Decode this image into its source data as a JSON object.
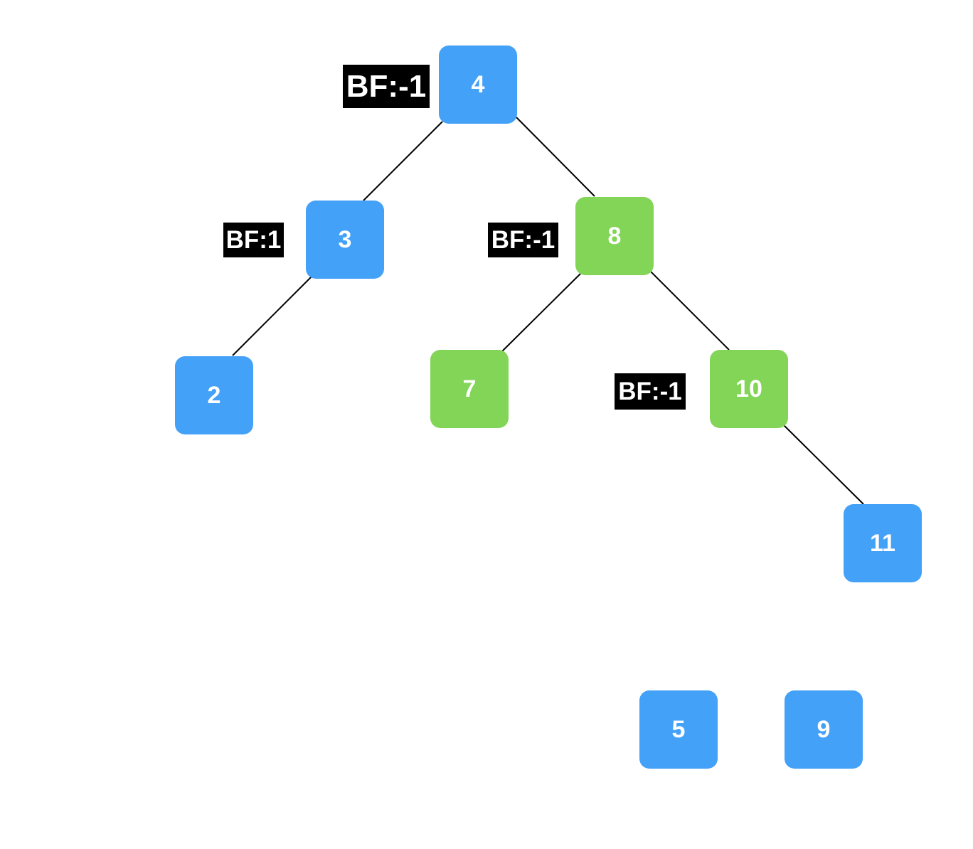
{
  "colors": {
    "blue_node": "#44a1f8",
    "green_node": "#82d557",
    "label_background": "#000000",
    "edge": "#000000"
  },
  "nodes": {
    "n4": {
      "label": "4",
      "color": "blue"
    },
    "n3": {
      "label": "3",
      "color": "blue"
    },
    "n8": {
      "label": "8",
      "color": "green"
    },
    "n2": {
      "label": "2",
      "color": "blue"
    },
    "n7": {
      "label": "7",
      "color": "green"
    },
    "n10": {
      "label": "10",
      "color": "green"
    },
    "n11": {
      "label": "11",
      "color": "blue"
    },
    "n5": {
      "label": "5",
      "color": "blue"
    },
    "n9": {
      "label": "9",
      "color": "blue"
    }
  },
  "balance_factors": {
    "n4": "BF:-1",
    "n3": "BF:1",
    "n8": "BF:-1",
    "n10": "BF:-1"
  },
  "edges": [
    [
      "n4",
      "n3"
    ],
    [
      "n4",
      "n8"
    ],
    [
      "n3",
      "n2"
    ],
    [
      "n8",
      "n7"
    ],
    [
      "n8",
      "n10"
    ],
    [
      "n10",
      "n11"
    ]
  ]
}
